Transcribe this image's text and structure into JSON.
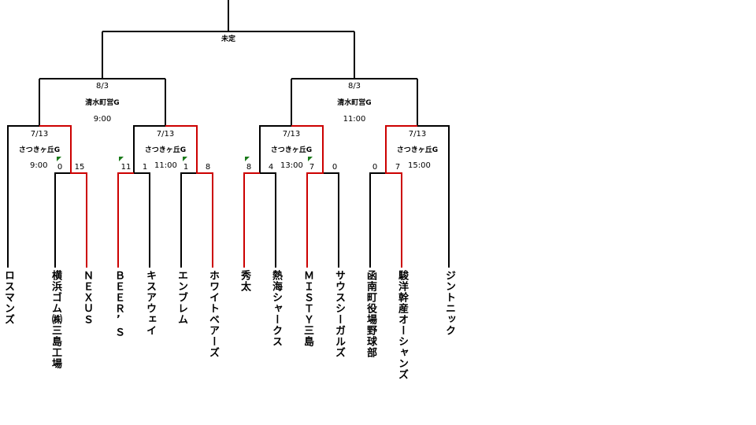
{
  "final": {
    "date": "",
    "venue": "未定",
    "time": ""
  },
  "semifinals": [
    {
      "date": "8/3",
      "venue": "清水町営G",
      "time": "9:00"
    },
    {
      "date": "8/3",
      "venue": "清水町営G",
      "time": "11:00"
    }
  ],
  "quarterfinals": [
    {
      "date": "7/13",
      "venue": "さつきヶ丘G",
      "time": "9:00"
    },
    {
      "date": "7/13",
      "venue": "さつきヶ丘G",
      "time": "11:00"
    },
    {
      "date": "7/13",
      "venue": "さつきヶ丘G",
      "time": "13:00"
    },
    {
      "date": "7/13",
      "venue": "さつきヶ丘G",
      "time": "15:00"
    }
  ],
  "first_round": [
    {
      "left_score": "0",
      "right_score": "15",
      "winner": "right",
      "flag": "left"
    },
    {
      "left_score": "11",
      "right_score": "1",
      "winner": "left",
      "flag": "left"
    },
    {
      "left_score": "1",
      "right_score": "8",
      "winner": "right",
      "flag": "left"
    },
    {
      "left_score": "8",
      "right_score": "4",
      "winner": "left",
      "flag": "left"
    },
    {
      "left_score": "7",
      "right_score": "0",
      "winner": "left",
      "flag": "left"
    },
    {
      "left_score": "0",
      "right_score": "7",
      "winner": "right",
      "flag": "none"
    }
  ],
  "teams": [
    "ロスマンズ",
    "横浜ゴム㈱三島工場",
    "ＮＥＸＵＳ",
    "ＢＥＥＲ’Ｓ",
    "キスアウェイ",
    "エンブレム",
    "ホワイトベアーズ",
    "秀太",
    "熱海シャークス",
    "ＭＩＳＴＹ三島",
    "サウスシーガルズ",
    "函南町役場野球部",
    "駿洋幹産オーシャンズ",
    "ジントニック"
  ],
  "colors": {
    "line": "#000000",
    "winner_line": "#cc0000",
    "flag": "#1a7a1a"
  }
}
